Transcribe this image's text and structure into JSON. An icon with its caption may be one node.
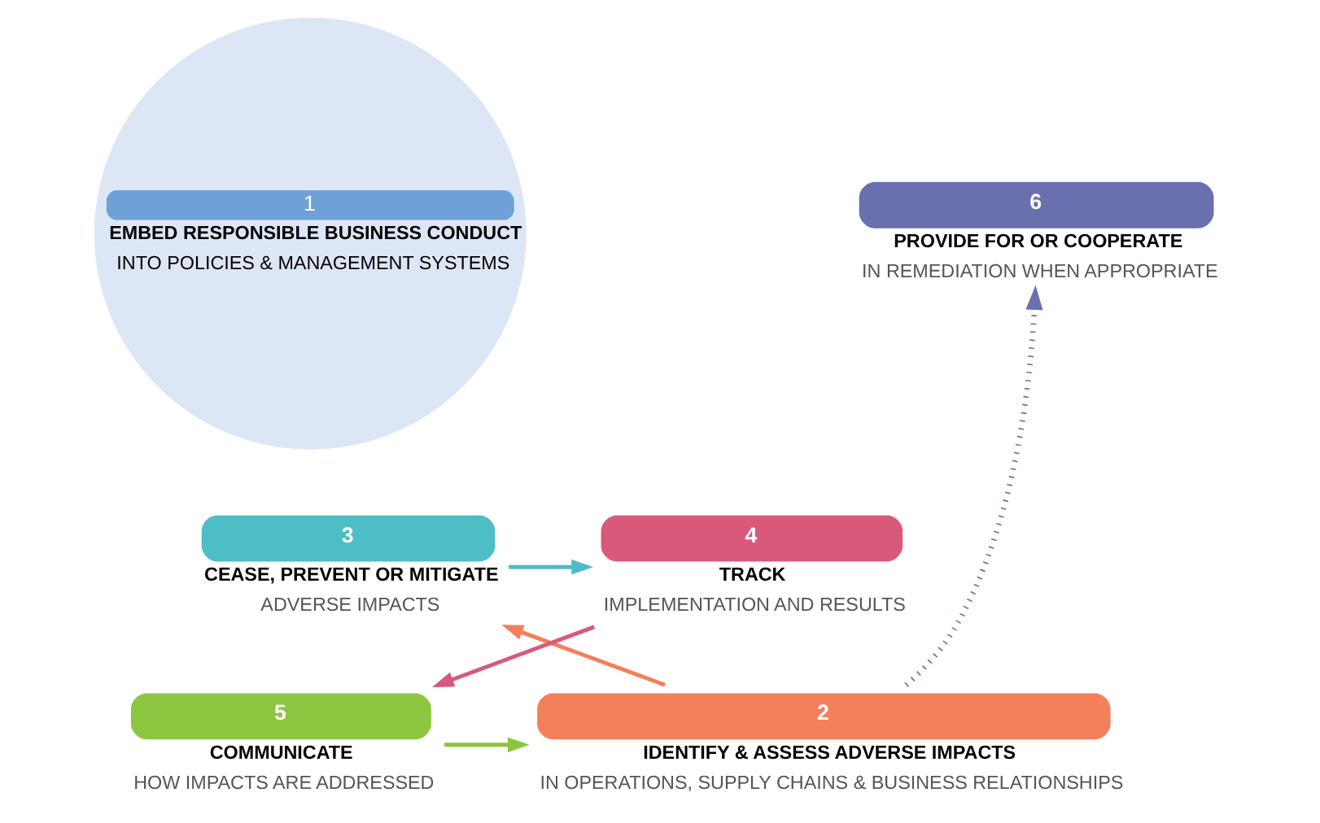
{
  "diagram": {
    "nodes": [
      {
        "text": [
          "1",
          "EMBED RESPONSIBLE BUSINESS CONDUCT",
          "INTO POLICIES & MANAGEMENT SYSTEMS"
        ]
      },
      {
        "text": [
          "2"
        ],
        "beside": [
          "IDENTIFY & ASSESS ADVERSE IMPACTS",
          "IN OPERATIONS, SUPPLY CHAINS & BUSINESS RELATIONSHIPS"
        ]
      },
      {
        "text": [
          "3"
        ],
        "beside": [
          "CEASE, PREVENT OR MITIGATE",
          "ADVERSE IMPACTS"
        ]
      },
      {
        "text": [
          "4"
        ],
        "beside": [
          "TRACK",
          "IMPLEMENTATION AND RESULTS"
        ]
      },
      {
        "text": [
          "5"
        ],
        "beside": [
          "COMMUNICATE",
          "HOW IMPACTS ARE ADDRESSED"
        ]
      },
      {
        "text": [
          "6"
        ],
        "beside": [
          "PROVIDE FOR OR COOPERATE",
          "IN REMEDIATION WHEN APPROPRIATE"
        ]
      }
    ],
    "edges": [
      {
        "from": 4,
        "to": 1,
        "arrow": "to",
        "color": "#8dc63f"
      },
      {
        "from": 1,
        "to": 2,
        "arrow": "to",
        "color": "#f47f5b"
      },
      {
        "from": 2,
        "to": 3,
        "arrow": "to",
        "color": "#4dbdc6"
      },
      {
        "from": 3,
        "to": 4,
        "arrow": "to",
        "color": "#d9597a"
      },
      {
        "from": 1,
        "to": 5,
        "arrow": "to",
        "style": "dashed",
        "color": "#6a6fae"
      }
    ]
  }
}
